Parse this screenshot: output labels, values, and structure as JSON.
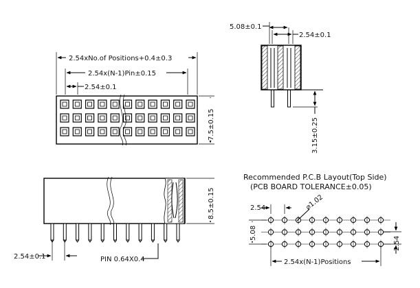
{
  "top_view": {
    "dim_total": "2.54xNo.of Positions+0.4±0.3",
    "dim_pitch_n": "2.54x(N-1)Pin±0.15",
    "dim_pitch": "2.54±0.1",
    "dim_height": "7.5±0.15"
  },
  "end_view": {
    "dim_width": "5.08±0.1",
    "dim_pitch": "2.54±0.1",
    "dim_tail": "3.15±0.25"
  },
  "side_view": {
    "dim_height": "8.5±0.15",
    "dim_pitch": "2.54±0.1",
    "pin_label": "PIN 0.64X0.4"
  },
  "pcb_layout": {
    "title_line1": "Recommended P.C.B Layout(Top Side)",
    "title_line2": "(PCB BOARD TOLERANCE±0.05)",
    "dim_hole": "⌀1.02",
    "dim_pitch_top": "2.54",
    "dim_row": "5.08",
    "dim_pitch_right": "2.54",
    "dim_positions": "2.54x(N-1)Positions"
  }
}
